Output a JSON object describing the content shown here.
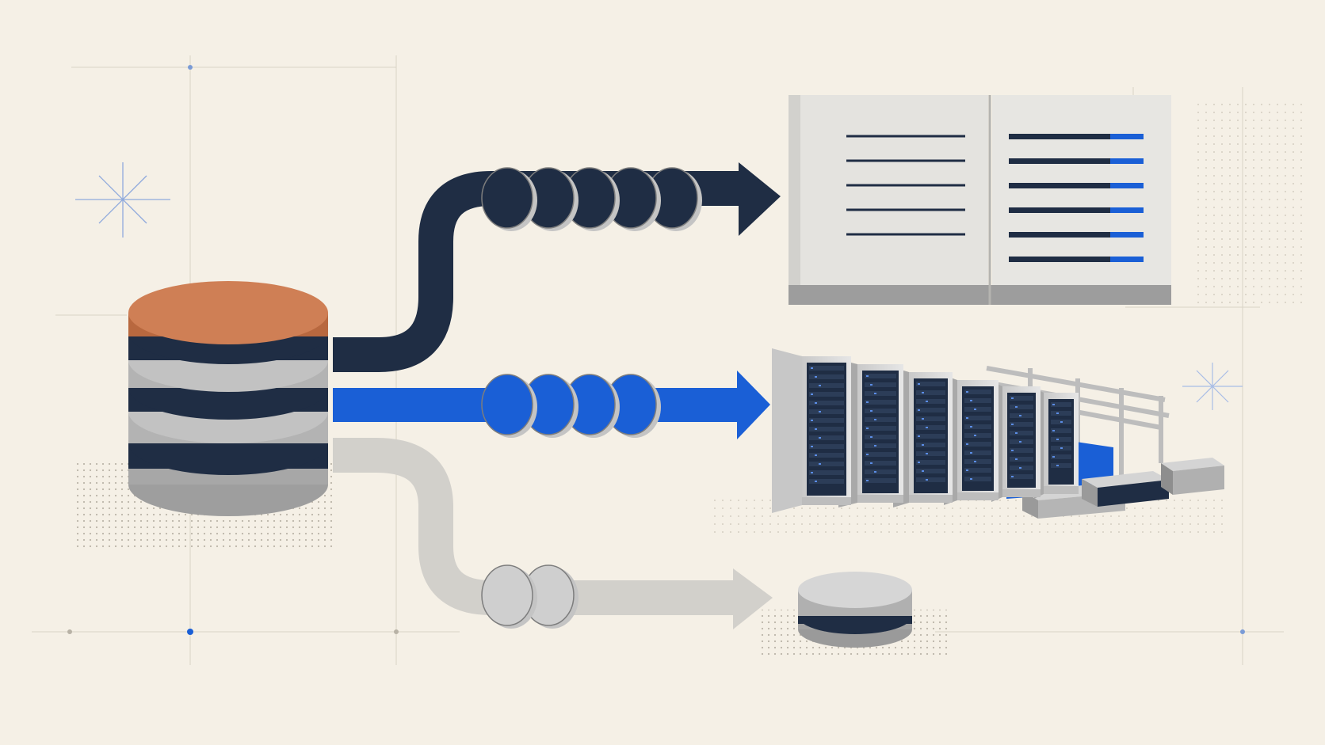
{
  "colors": {
    "background": "#f5f0e6",
    "navy": "#1f2d44",
    "blue": "#1a5fd6",
    "gray_light": "#cfcfcf",
    "gray_mid": "#9e9e9e",
    "copper": "#c9784e",
    "panel": "#e4e3df",
    "guide": "#d9d3c6",
    "guide_blue": "#7a9bd6"
  },
  "icons": {
    "source": "database-stack-icon",
    "dashboard": "report-panel-icon",
    "datacenter": "server-racks-icon",
    "archive": "small-disk-stack-icon"
  },
  "flows": [
    {
      "name": "navy-flow",
      "tokens": 5,
      "color": "navy"
    },
    {
      "name": "blue-flow",
      "tokens": 4,
      "color": "blue"
    },
    {
      "name": "gray-flow",
      "tokens": 2,
      "color": "gray_light"
    }
  ]
}
